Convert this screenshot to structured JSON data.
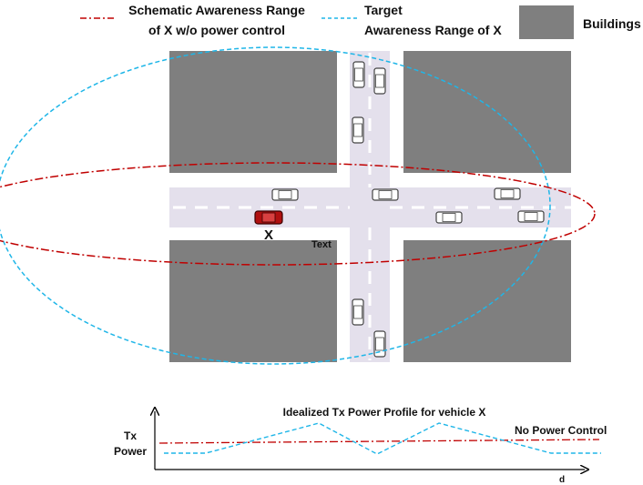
{
  "legend": {
    "schematic_label_line1": "Schematic Awareness Range",
    "schematic_label_line2": "of X w/o power control",
    "target_label_line1": "Target",
    "target_label_line2": "Awareness Range of X",
    "buildings_label": "Buildings"
  },
  "map": {
    "vehicle_x_label": "X",
    "text_label": "Text"
  },
  "power_profile": {
    "title": "Idealized Tx Power Profile for vehicle X",
    "y_axis_label_line1": "Tx",
    "y_axis_label_line2": "Power",
    "x_axis_label": "d",
    "no_power_control_label": "No Power Control"
  },
  "colors": {
    "red_dashdot": "#c00000",
    "blue_dashed": "#1fb6e8",
    "building": "#7f7f7f",
    "road": "#e4e0ec",
    "red_car": "#b01010"
  }
}
